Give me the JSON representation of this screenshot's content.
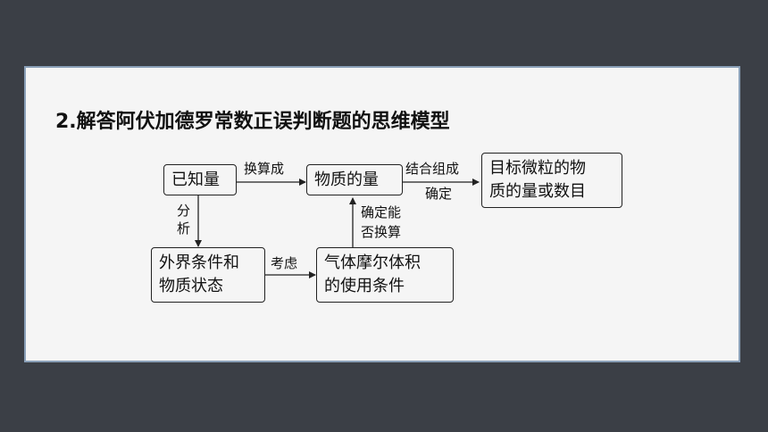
{
  "title": "2.解答阿伏加德罗常数正误判断题的思维模型",
  "nodes": {
    "known": {
      "line1": "已知量"
    },
    "amount": {
      "line1": "物质的量"
    },
    "target": {
      "line1": "目标微粒的物",
      "line2": "质的量或数目"
    },
    "external": {
      "line1": "外界条件和",
      "line2": "物质状态"
    },
    "molar": {
      "line1": "气体摩尔体积",
      "line2": "的使用条件"
    }
  },
  "edges": {
    "convert": "换算成",
    "combine_top": "结合组成",
    "combine_bottom": "确定",
    "analyze_1": "分",
    "analyze_2": "析",
    "consider": "考虑",
    "can_convert_1": "确定能",
    "can_convert_2": "否换算"
  }
}
